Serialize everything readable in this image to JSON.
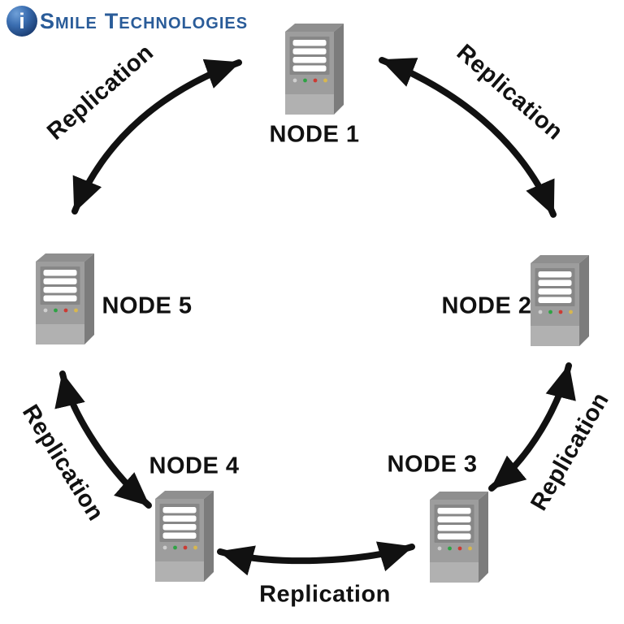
{
  "logo": {
    "icon_letter": "i",
    "word1_initial": "S",
    "word1_rest": "MILE",
    "word2_initial": "T",
    "word2_rest": "ECHNOLOGIES",
    "brand_color": "#2a5c99",
    "icon_dark_blue": "#122b52",
    "icon_light_blue": "#6fa0d8"
  },
  "diagram": {
    "arrow_color": "#111111",
    "label_color": "#111111",
    "nodes": [
      {
        "label": "NODE 1"
      },
      {
        "label": "NODE 2"
      },
      {
        "label": "NODE 3"
      },
      {
        "label": "NODE 4"
      },
      {
        "label": "NODE 5"
      }
    ],
    "connections": [
      {
        "from": "NODE 5",
        "to": "NODE 1",
        "label": "Replication"
      },
      {
        "from": "NODE 1",
        "to": "NODE 2",
        "label": "Replication"
      },
      {
        "from": "NODE 2",
        "to": "NODE 3",
        "label": "Replication"
      },
      {
        "from": "NODE 5",
        "to": "NODE 4",
        "label": "Replication"
      },
      {
        "from": "NODE 4",
        "to": "NODE 3",
        "label": "Replication"
      }
    ]
  },
  "server_icon": {
    "body_color": "#9d9d9d",
    "top_color": "#8f8f8f",
    "side_color": "#7c7c7c",
    "panel_color": "#878787",
    "slot_color": "#ffffff",
    "base_color": "#b1b1b1",
    "led_colors": [
      "#cfcfcf",
      "#2ea344",
      "#cc3b33",
      "#d8b74e"
    ]
  }
}
